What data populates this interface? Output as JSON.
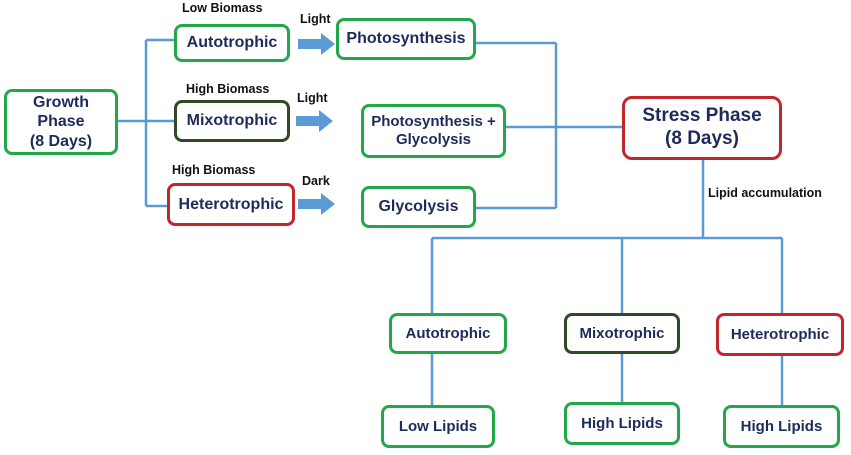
{
  "growth_phase": "Growth\nPhase\n(8 Days)",
  "stress_phase": "Stress Phase\n(8 Days)",
  "growth_modes": {
    "autotrophic": {
      "label": "Autotrophic",
      "biomass": "Low Biomass",
      "condition": "Light",
      "process": "Photosynthesis"
    },
    "mixotrophic": {
      "label": "Mixotrophic",
      "biomass": "High Biomass",
      "condition": "Light",
      "process": "Photosynthesis +\nGlycolysis"
    },
    "heterotrophic": {
      "label": "Heterotrophic",
      "biomass": "High Biomass",
      "condition": "Dark",
      "process": "Glycolysis"
    }
  },
  "lipid_accumulation": "Lipid accumulation",
  "stress_modes": {
    "autotrophic": {
      "label": "Autotrophic",
      "result": "Low Lipids"
    },
    "mixotrophic": {
      "label": "Mixotrophic",
      "result": "High Lipids"
    },
    "heterotrophic": {
      "label": "Heterotrophic",
      "result": "High Lipids"
    }
  },
  "colors": {
    "connector": "#5b9bd5",
    "arrow": "#5b9bd5",
    "green_border": "#22a84a",
    "dark_green_border": "#2f4a25",
    "red_border": "#c0272d",
    "text": "#1f2a5a"
  }
}
